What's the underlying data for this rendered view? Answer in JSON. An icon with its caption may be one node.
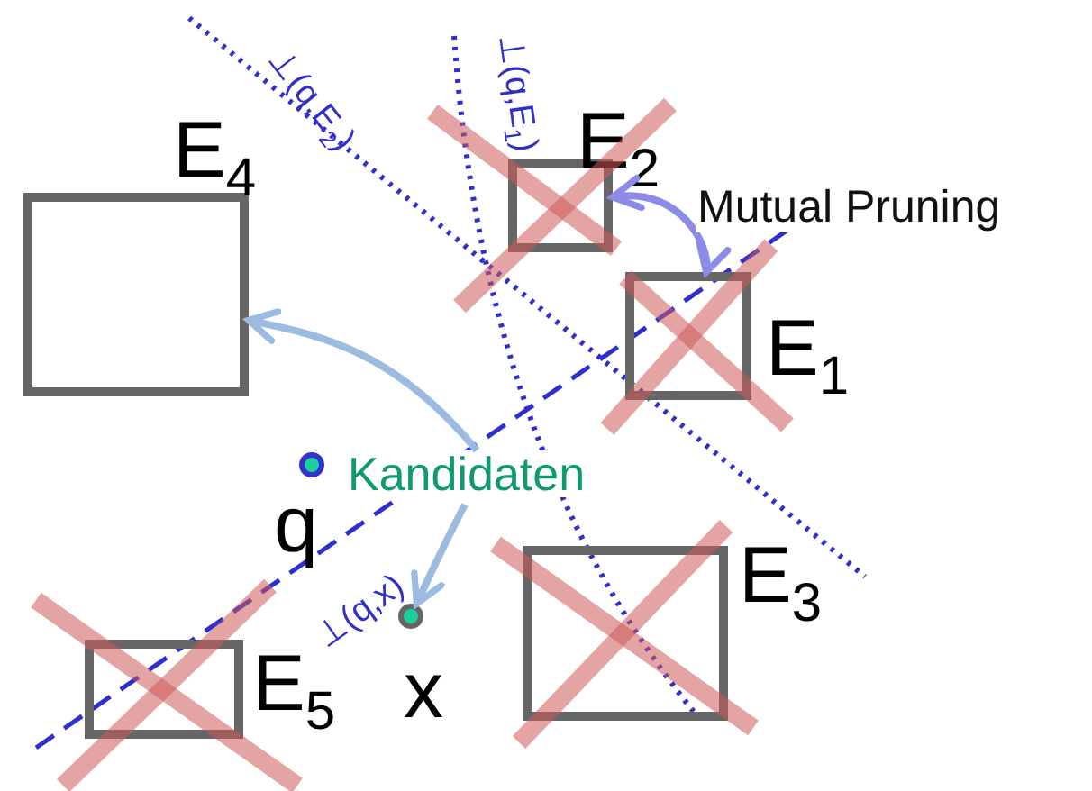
{
  "diagram": {
    "nodes": [
      {
        "text": [],
        "shape": "box",
        "beside": [
          "E$_{4}$"
        ]
      },
      {
        "text": [],
        "shape": "box",
        "beside": [
          "E$_{2}$"
        ]
      },
      {
        "text": [],
        "shape": "box",
        "beside": [
          "E$_{1}$"
        ]
      },
      {
        "text": [],
        "shape": "circle",
        "beside": [
          "q"
        ]
      },
      {
        "text": [
          "Kandidaten"
        ]
      },
      {
        "text": [],
        "shape": "circle",
        "beside": [
          "x"
        ]
      },
      {
        "text": [],
        "shape": "box",
        "beside": [
          "E$_{5}$"
        ]
      },
      {
        "text": [],
        "shape": "box",
        "beside": [
          "E$_{3}$"
        ]
      }
    ],
    "edges": [
      {
        "from": 1,
        "to": 2,
        "arrow": "both",
        "label": "Mutual Pruning",
        "color": "#8c8ce8"
      },
      {
        "from": 4,
        "to": 0,
        "arrow": "to"
      },
      {
        "from": 4,
        "to": 5,
        "arrow": "to"
      }
    ],
    "labels": [
      "⊥(q,E$_{2}$)",
      "⊥(q,E$_{1}$)",
      "⊥(q,x)"
    ]
  }
}
